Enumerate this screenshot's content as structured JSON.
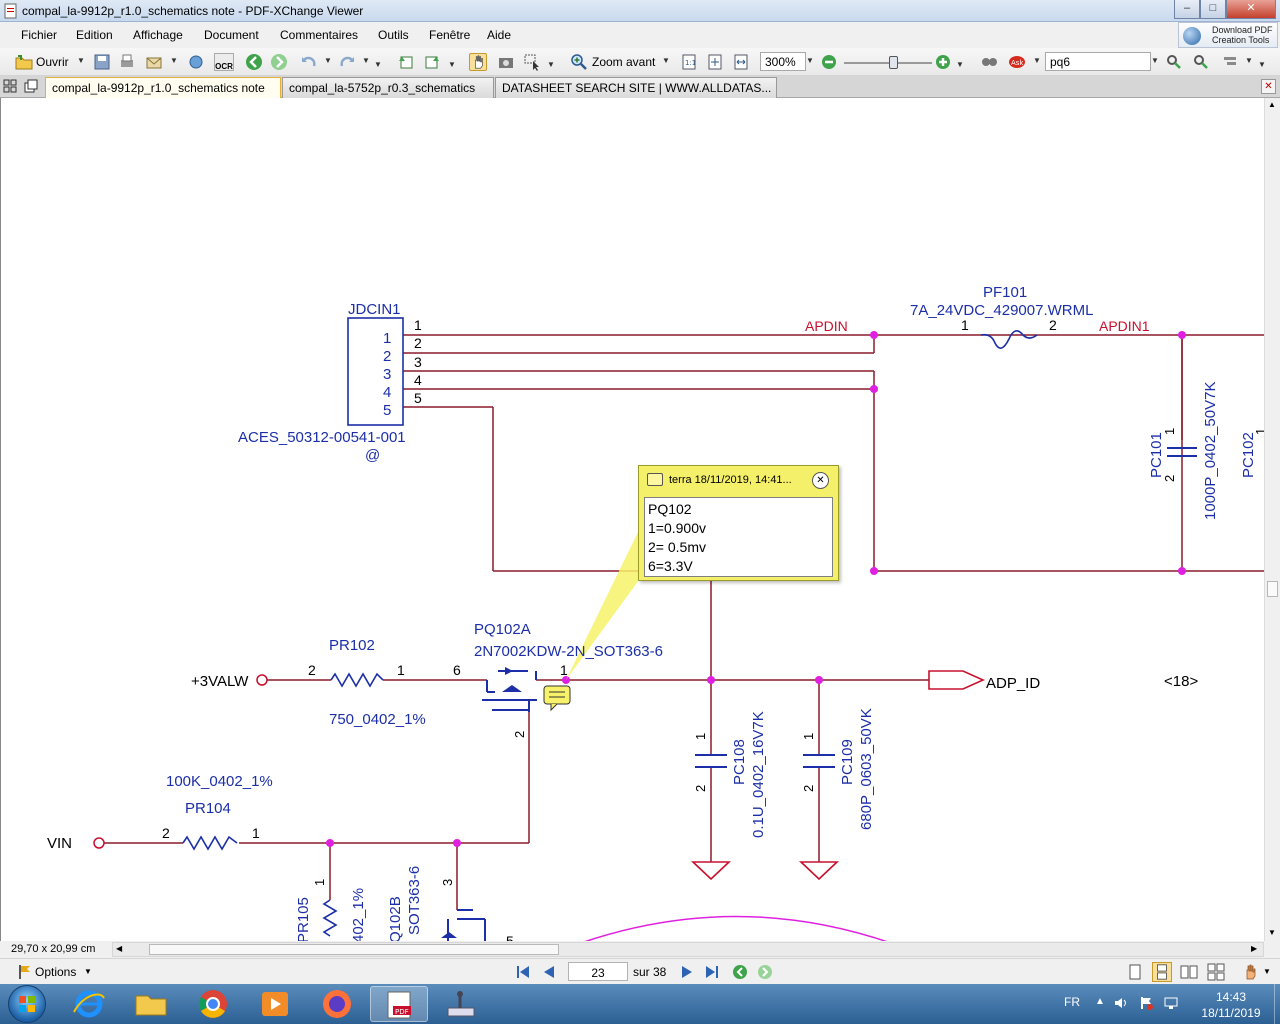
{
  "window": {
    "title": "compal_la-9912p_r1.0_schematics note - PDF-XChange Viewer",
    "minimize": "–",
    "maximize": "□",
    "close": "✕"
  },
  "menu": [
    "Fichier",
    "Edition",
    "Affichage",
    "Document",
    "Commentaires",
    "Outils",
    "Fenêtre",
    "Aide"
  ],
  "download_pdf": {
    "line1": "Download PDF",
    "line2": "Creation Tools"
  },
  "toolbar": {
    "open_label": "Ouvrir",
    "ocr_label": "OCR",
    "zoom_label": "Zoom avant",
    "zoom_value": "300%",
    "search_value": "pq6"
  },
  "tabs": [
    "compal_la-9912p_r1.0_schematics note",
    "compal_la-5752p_r0.3_schematics",
    "DATASHEET SEARCH SITE | WWW.ALLDATAS..."
  ],
  "schematic": {
    "jdcin1": "JDCIN1",
    "jdcin1_pins": [
      "1",
      "2",
      "3",
      "4",
      "5"
    ],
    "aces": "ACES_50312-00541-001",
    "at": "@",
    "apdin": "APDIN",
    "apdin1": "APDIN1",
    "pf101": "PF101",
    "pf101_value": "7A_24VDC_429007.WRML",
    "pc101": "PC101",
    "pc101_value": "1000P_0402_50V7K",
    "pc102": "PC102",
    "pq102a": "PQ102A",
    "pq102a_part": "2N7002KDW-2N_SOT363-6",
    "pr102": "PR102",
    "pr102_value": "750_0402_1%",
    "v3valw": "+3VALW",
    "adp_id": "ADP_ID",
    "ref18": "<18>",
    "pc108": "PC108",
    "pc108_value": "0.1U_0402_16V7K",
    "pc109": "PC109",
    "pc109_value": "680P_0603_50VK",
    "vin": "VIN",
    "pr104": "PR104",
    "pr104_value": "100K_0402_1%",
    "pr105": "PR105",
    "pr105_value": "402_1%",
    "pq102b": "Q102B",
    "pq102b_part": "SOT363-6",
    "pin1": "1",
    "pin2": "2",
    "pin3": "3",
    "pin5": "5",
    "pin6": "6"
  },
  "note": {
    "author": "terra 18/11/2019, 14:41...",
    "lines": [
      "PQ102",
      "1=0.900v",
      "2= 0.5mv",
      "6=3.3V"
    ],
    "close": "✕"
  },
  "status": {
    "page_size": "29,70 x 20,99 cm",
    "options": "Options",
    "page_current": "23",
    "page_total": "sur 38"
  },
  "taskbar": {
    "lang": "FR",
    "time": "14:43",
    "date": "18/11/2019",
    "apps": [
      "start-button",
      "internet-explorer",
      "file-explorer",
      "chrome",
      "media-player",
      "firefox",
      "pdf-xchange",
      "scanner-app"
    ]
  },
  "colors": {
    "wire": "#8b1a2b",
    "component": "#1c2fa8",
    "junction": "#e020e0",
    "note_bg": "#f5f06a"
  }
}
